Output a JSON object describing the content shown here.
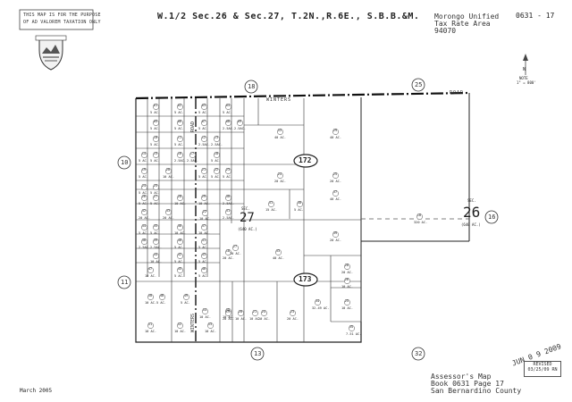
{
  "header": {
    "purpose_note_line1": "THIS MAP IS FOR THE PURPOSE",
    "purpose_note_line2": "OF AD VALOREM TAXATION ONLY",
    "title": "W.1/2 Sec.26 & Sec.27, T.2N.,R.6E., S.B.B.&M.",
    "tax_area_line1": "Morongo Unified",
    "tax_area_line2": "Tax Rate Area",
    "tax_area_line3": "94070",
    "book_page": "0631 - 17"
  },
  "north_arrow": {
    "label": "N",
    "scale_line1": "NOTE",
    "scale_line2": "1\" = 800'"
  },
  "roads": {
    "top": "WINTERS",
    "top_right": "ROAD",
    "vertical_top": "ROAD",
    "vertical_bottom": "WINTERS"
  },
  "adjacent_pages": {
    "top_left": "18",
    "top_right": "25",
    "left_top": "10",
    "left_bottom": "11",
    "right": "16",
    "bottom_left": "13",
    "bottom_right": "32"
  },
  "page_circles": {
    "top": "172",
    "bottom": "173"
  },
  "sections": {
    "s27": {
      "sec": "SEC.",
      "num": "27",
      "area": "(640 AC.)"
    },
    "s26": {
      "sec": "SEC.",
      "num": "26",
      "area": "(640 AC.)"
    }
  },
  "parcels": {
    "p01": {
      "n": "01",
      "a": "5 AC."
    },
    "p02": {
      "n": "02",
      "a": "5 AC."
    },
    "p03": {
      "n": "03",
      "a": "5 AC."
    },
    "p04": {
      "n": "04",
      "a": "5 AC."
    },
    "p05": {
      "n": "05",
      "a": "5 AC."
    },
    "p06": {
      "n": "06",
      "a": "5 AC."
    },
    "p07": {
      "n": "07",
      "a": "5 AC."
    },
    "p08": {
      "n": "08",
      "a": "2.5AC."
    },
    "p09": {
      "n": "09",
      "a": "2.5AC."
    },
    "p10": {
      "n": "10",
      "a": "5 AC."
    },
    "p11": {
      "n": "11",
      "a": "5 AC."
    },
    "p12": {
      "n": "12",
      "a": "2.5AC."
    },
    "p13": {
      "n": "13",
      "a": "2.5AC."
    },
    "p14": {
      "n": "14",
      "a": "5 AC."
    },
    "p15": {
      "n": "15",
      "a": "5 AC."
    },
    "p16": {
      "n": "16",
      "a": "2.5AC."
    },
    "p17": {
      "n": "17",
      "a": "2.5AC."
    },
    "p18": {
      "n": "18",
      "a": "5 AC."
    },
    "p19": {
      "n": "19",
      "a": "5 AC."
    },
    "p20": {
      "n": "20",
      "a": "10 AC."
    },
    "p21": {
      "n": "21",
      "a": "5 AC."
    },
    "p22": {
      "n": "22",
      "a": "5 AC."
    },
    "p23": {
      "n": "23",
      "a": "5 AC."
    },
    "p24": {
      "n": "24",
      "a": "5 AC."
    },
    "p25": {
      "n": "25",
      "a": "5 AC."
    },
    "p26": {
      "n": "26",
      "a": "5 AC."
    },
    "p27": {
      "n": "27",
      "a": "5 AC."
    },
    "p28": {
      "n": "28",
      "a": "10 AC."
    },
    "p29": {
      "n": "29",
      "a": "10 AC."
    },
    "p30": {
      "n": "30",
      "a": "2.5AC."
    },
    "p31": {
      "n": "31",
      "a": "2.5AC."
    },
    "p32": {
      "n": "32",
      "a": "20 AC."
    },
    "p33": {
      "n": "33",
      "a": "20 AC."
    },
    "p34": {
      "n": "34",
      "a": "5 AC."
    },
    "p35": {
      "n": "35",
      "a": "5 AC."
    },
    "p36": {
      "n": "36",
      "a": "10 AC."
    },
    "p37": {
      "n": "37",
      "a": "10 AC."
    },
    "p38": {
      "n": "38",
      "a": "2.5AC."
    },
    "p39": {
      "n": "39",
      "a": "2.5AC."
    },
    "p40": {
      "n": "40",
      "a": "5 AC."
    },
    "p41": {
      "n": "41",
      "a": "5 AC."
    },
    "p42": {
      "n": "42",
      "a": "5 AC."
    },
    "p43": {
      "n": "43",
      "a": "5 AC."
    },
    "p44": {
      "n": "44",
      "a": "10 AC."
    },
    "p45": {
      "n": "45",
      "a": "5 AC."
    },
    "p46": {
      "n": "46",
      "a": "5 AC."
    },
    "p47": {
      "n": "47",
      "a": "10 AC."
    },
    "p48": {
      "n": "48",
      "a": "5 AC."
    },
    "p49": {
      "n": "49",
      "a": "5 AC."
    },
    "p50": {
      "n": "50",
      "a": "10 AC."
    },
    "p51": {
      "n": "51",
      "a": "10 AC."
    },
    "p52": {
      "n": "52",
      "a": "10 AC."
    },
    "p53": {
      "n": "53",
      "a": "10 AC."
    },
    "p54": {
      "n": "54",
      "a": "10 AC."
    },
    "p55": {
      "n": "55",
      "a": "10 AC."
    },
    "q01": {
      "n": "53",
      "a": "40 AC."
    },
    "q02": {
      "n": "29",
      "a": "40 AC."
    },
    "q03": {
      "n": "24",
      "a": "20 AC."
    },
    "q04": {
      "n": "25",
      "a": "20 AC."
    },
    "q05": {
      "n": "37",
      "a": "40 AC."
    },
    "q06": {
      "n": "31",
      "a": "15 AC."
    },
    "q07": {
      "n": "30",
      "a": "5 AC."
    },
    "q08": {
      "n": "18",
      "a": "20 AC."
    },
    "q09": {
      "n": "39",
      "a": "20 AC."
    },
    "q10": {
      "n": "33",
      "a": "40 AC."
    },
    "q11": {
      "n": "28",
      "a": "20 AC."
    },
    "q12": {
      "n": "25",
      "a": "10 AC."
    },
    "q13": {
      "n": "34",
      "a": "32.49 AC."
    },
    "q14": {
      "n": "26",
      "a": "10 AC."
    },
    "q15": {
      "n": "35",
      "a": "7.51 AC."
    },
    "q16": {
      "n": "19",
      "a": "20 AC."
    },
    "q17": {
      "n": "20",
      "a": "10 AC."
    },
    "q18": {
      "n": "21",
      "a": "10 AC."
    },
    "q19": {
      "n": "24",
      "a": "20 AC."
    },
    "q20": {
      "n": "23",
      "a": "20 AC."
    },
    "q21": {
      "n": "18",
      "a": "320 AC."
    },
    "q22": {
      "n": "27",
      "a": "20 AC."
    },
    "q23": {
      "n": "22",
      "a": "10 AC."
    }
  },
  "footer": {
    "date": "March 2005",
    "assessor_line1": "Assessor's Map",
    "assessor_line2": "Book 0631 Page 17",
    "assessor_line3": "San Bernardino County",
    "stamp": "JUN 0 9 2009",
    "revised_line1": "REVISED",
    "revised_line2": "03/25/09 RN"
  }
}
